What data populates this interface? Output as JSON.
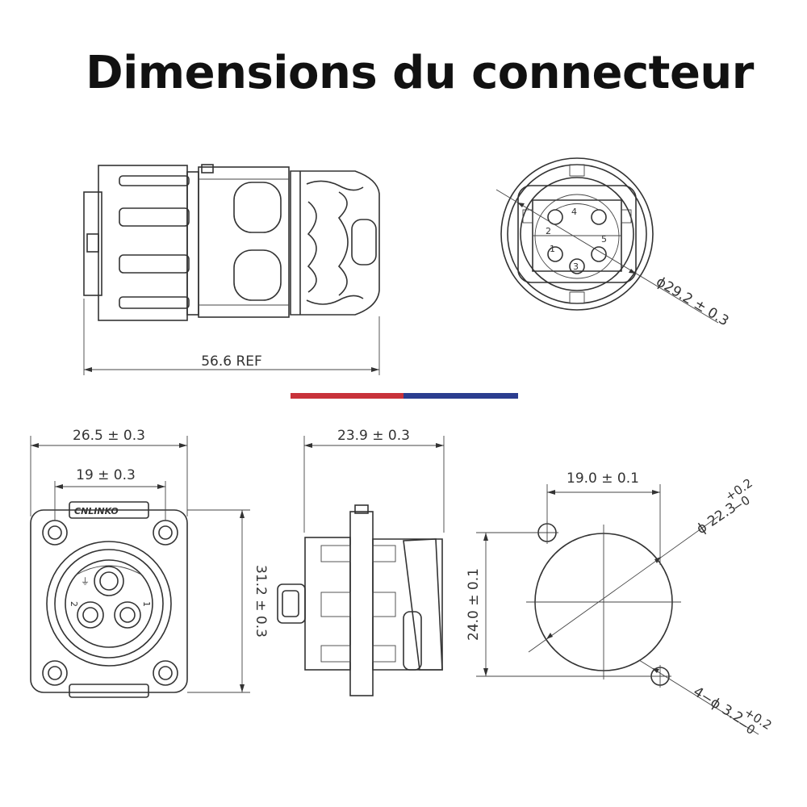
{
  "title": "Dimensions du connecteur",
  "brand": "CNLINKO",
  "accent_colors": {
    "red": "#c8323a",
    "blue": "#2b3d8f"
  },
  "dimensions": {
    "length_ref": "56.6 REF",
    "front_diameter": "ϕ29.2 ± 0.3",
    "flange_width": "26.5 ± 0.3",
    "hole_spacing_x": "19 ± 0.3",
    "flange_height": "31.2 ± 0.3",
    "side_width": "23.9 ± 0.3",
    "cutout_spacing_x": "19.0 ± 0.1",
    "cutout_spacing_y": "24.0 ± 0.1",
    "cutout_diameter": "ϕ 22.3",
    "cutout_diameter_tol_upper": "+0.2",
    "cutout_diameter_tol_lower": "−0",
    "mount_holes": "4−ϕ 3.2",
    "mount_holes_tol_upper": "+0.2",
    "mount_holes_tol_lower": "−0"
  },
  "front_pins": [
    "1",
    "2",
    "3",
    "4",
    "5"
  ],
  "socket_pins": [
    "1",
    "2",
    "⏚"
  ]
}
